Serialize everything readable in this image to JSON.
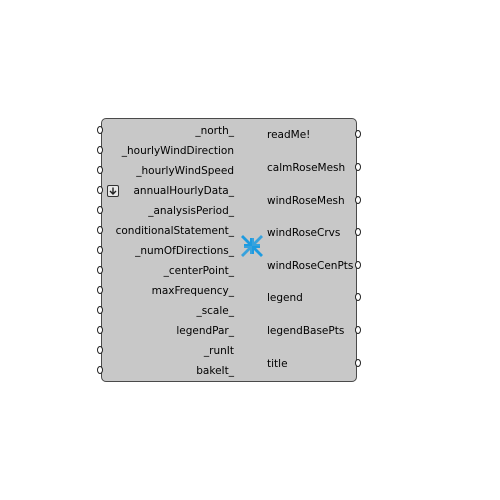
{
  "component": {
    "inputs": [
      {
        "label": "_north_"
      },
      {
        "label": "_hourlyWindDirection"
      },
      {
        "label": "_hourlyWindSpeed"
      },
      {
        "label": "annualHourlyData_"
      },
      {
        "label": "_analysisPeriod_"
      },
      {
        "label": "conditionalStatement_"
      },
      {
        "label": "_numOfDirections_"
      },
      {
        "label": "_centerPoint_"
      },
      {
        "label": "maxFrequency_"
      },
      {
        "label": "_scale_"
      },
      {
        "label": "legendPar_"
      },
      {
        "label": "_runIt"
      },
      {
        "label": "bakeIt_"
      }
    ],
    "outputs": [
      {
        "label": "readMe!"
      },
      {
        "label": "calmRoseMesh"
      },
      {
        "label": "windRoseMesh"
      },
      {
        "label": "windRoseCrvs"
      },
      {
        "label": "windRoseCenPts"
      },
      {
        "label": "legend"
      },
      {
        "label": "legendBasePts"
      },
      {
        "label": "title"
      }
    ],
    "icon": "windrose-arrows-icon",
    "flatten_icon": "flatten-down-arrow-icon",
    "colors": {
      "body": "#c8c8c8",
      "border": "#4a4a4a",
      "icon_blue": "#1e9be0"
    }
  }
}
